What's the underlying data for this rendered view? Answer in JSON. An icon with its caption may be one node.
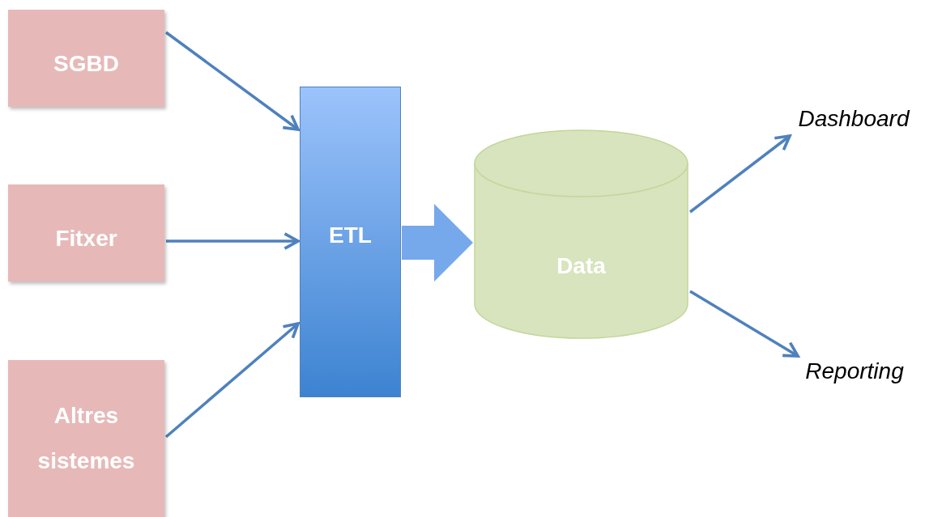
{
  "diagram": {
    "nodes": [
      {
        "text": [
          "SGBD"
        ]
      },
      {
        "text": [
          "Fitxer"
        ]
      },
      {
        "text": [
          "Altres sistemes"
        ]
      },
      {
        "text": [
          "ETL"
        ]
      },
      {
        "text": [
          "Data"
        ]
      },
      {
        "text": [
          "Dashboard"
        ]
      },
      {
        "text": [
          "Reporting"
        ]
      }
    ],
    "edges": [
      {
        "from": 0,
        "to": 3,
        "arrow": "to"
      },
      {
        "from": 1,
        "to": 3,
        "arrow": "to"
      },
      {
        "from": 2,
        "to": 3,
        "arrow": "to"
      },
      {
        "from": 3,
        "to": 4,
        "arrow": "to",
        "style": "thick"
      },
      {
        "from": 4,
        "to": 5,
        "arrow": "to"
      },
      {
        "from": 4,
        "to": 6,
        "arrow": "to"
      }
    ]
  }
}
